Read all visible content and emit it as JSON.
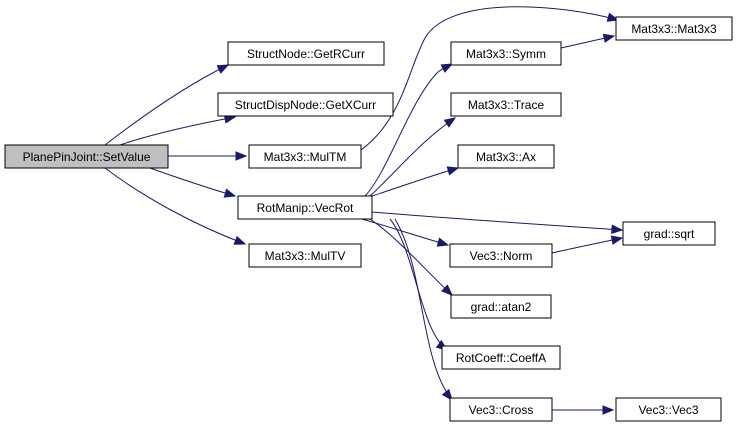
{
  "diagram": {
    "nodes": [
      {
        "id": "planepin_setvalue",
        "label": "PlanePinJoint::SetValue",
        "root": true
      },
      {
        "id": "structnode_getrcurr",
        "label": "StructNode::GetRCurr"
      },
      {
        "id": "structdispnode_getxcurr",
        "label": "StructDispNode::GetXCurr"
      },
      {
        "id": "mat3x3_multm",
        "label": "Mat3x3::MulTM"
      },
      {
        "id": "rotmanip_vecrot",
        "label": "RotManip::VecRot"
      },
      {
        "id": "mat3x3_multv",
        "label": "Mat3x3::MulTV"
      },
      {
        "id": "mat3x3_mat3x3",
        "label": "Mat3x3::Mat3x3"
      },
      {
        "id": "mat3x3_symm",
        "label": "Mat3x3::Symm"
      },
      {
        "id": "mat3x3_trace",
        "label": "Mat3x3::Trace"
      },
      {
        "id": "mat3x3_ax",
        "label": "Mat3x3::Ax"
      },
      {
        "id": "grad_sqrt",
        "label": "grad::sqrt"
      },
      {
        "id": "vec3_norm",
        "label": "Vec3::Norm"
      },
      {
        "id": "grad_atan2",
        "label": "grad::atan2"
      },
      {
        "id": "rotcoeff_coeffa",
        "label": "RotCoeff::CoeffA"
      },
      {
        "id": "vec3_cross",
        "label": "Vec3::Cross"
      },
      {
        "id": "vec3_vec3",
        "label": "Vec3::Vec3"
      }
    ],
    "edges": [
      {
        "from": "planepin_setvalue",
        "to": "structnode_getrcurr"
      },
      {
        "from": "planepin_setvalue",
        "to": "structdispnode_getxcurr"
      },
      {
        "from": "planepin_setvalue",
        "to": "mat3x3_multm"
      },
      {
        "from": "planepin_setvalue",
        "to": "rotmanip_vecrot"
      },
      {
        "from": "planepin_setvalue",
        "to": "mat3x3_multv"
      },
      {
        "from": "mat3x3_multm",
        "to": "mat3x3_mat3x3"
      },
      {
        "from": "rotmanip_vecrot",
        "to": "mat3x3_symm"
      },
      {
        "from": "rotmanip_vecrot",
        "to": "mat3x3_trace"
      },
      {
        "from": "rotmanip_vecrot",
        "to": "mat3x3_ax"
      },
      {
        "from": "rotmanip_vecrot",
        "to": "grad_sqrt"
      },
      {
        "from": "rotmanip_vecrot",
        "to": "vec3_norm"
      },
      {
        "from": "rotmanip_vecrot",
        "to": "grad_atan2"
      },
      {
        "from": "rotmanip_vecrot",
        "to": "rotcoeff_coeffa"
      },
      {
        "from": "rotmanip_vecrot",
        "to": "vec3_cross"
      },
      {
        "from": "mat3x3_symm",
        "to": "mat3x3_mat3x3"
      },
      {
        "from": "vec3_norm",
        "to": "grad_sqrt"
      },
      {
        "from": "vec3_cross",
        "to": "vec3_vec3"
      }
    ]
  }
}
